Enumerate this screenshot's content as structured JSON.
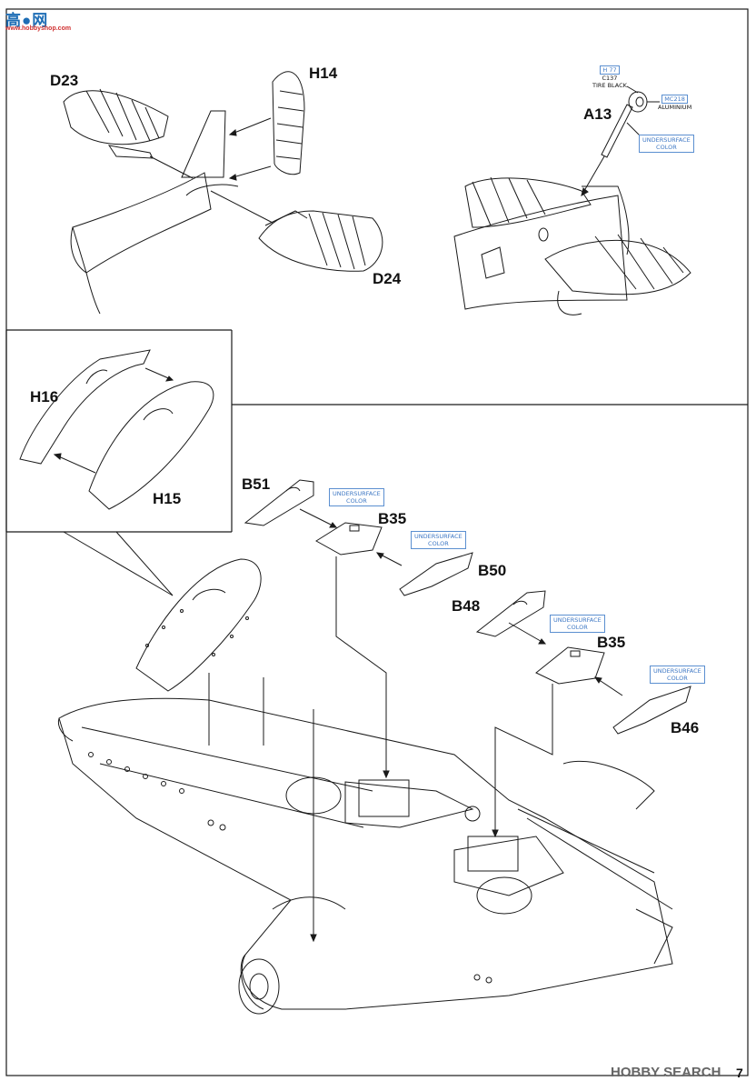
{
  "parts": {
    "d23": "D23",
    "h14": "H14",
    "d24": "D24",
    "a13": "A13",
    "h16": "H16",
    "h15": "H15",
    "b51": "B51",
    "b35_top": "B35",
    "b50": "B50",
    "b48": "B48",
    "b35_bottom": "B35",
    "b46": "B46"
  },
  "paint": {
    "h77_code": "H 77",
    "c137_code": "C137",
    "tire_black": "TIRE BLACK",
    "mc218_code": "MC218",
    "aluminium": "ALUMINIUM",
    "undersurface_line1": "UNDERSURFACE",
    "undersurface_line2": "COLOR"
  },
  "watermarks": {
    "top": "高●网",
    "top_sub": "www.hobbyshop.com",
    "bottom": "HOBBY SEARCH"
  },
  "page_number": "7",
  "colors": {
    "line": "#1a1a1a",
    "callout_blue": "#3f78c4",
    "watermark_blue": "#1d6db5",
    "watermark_red": "#d03030"
  }
}
